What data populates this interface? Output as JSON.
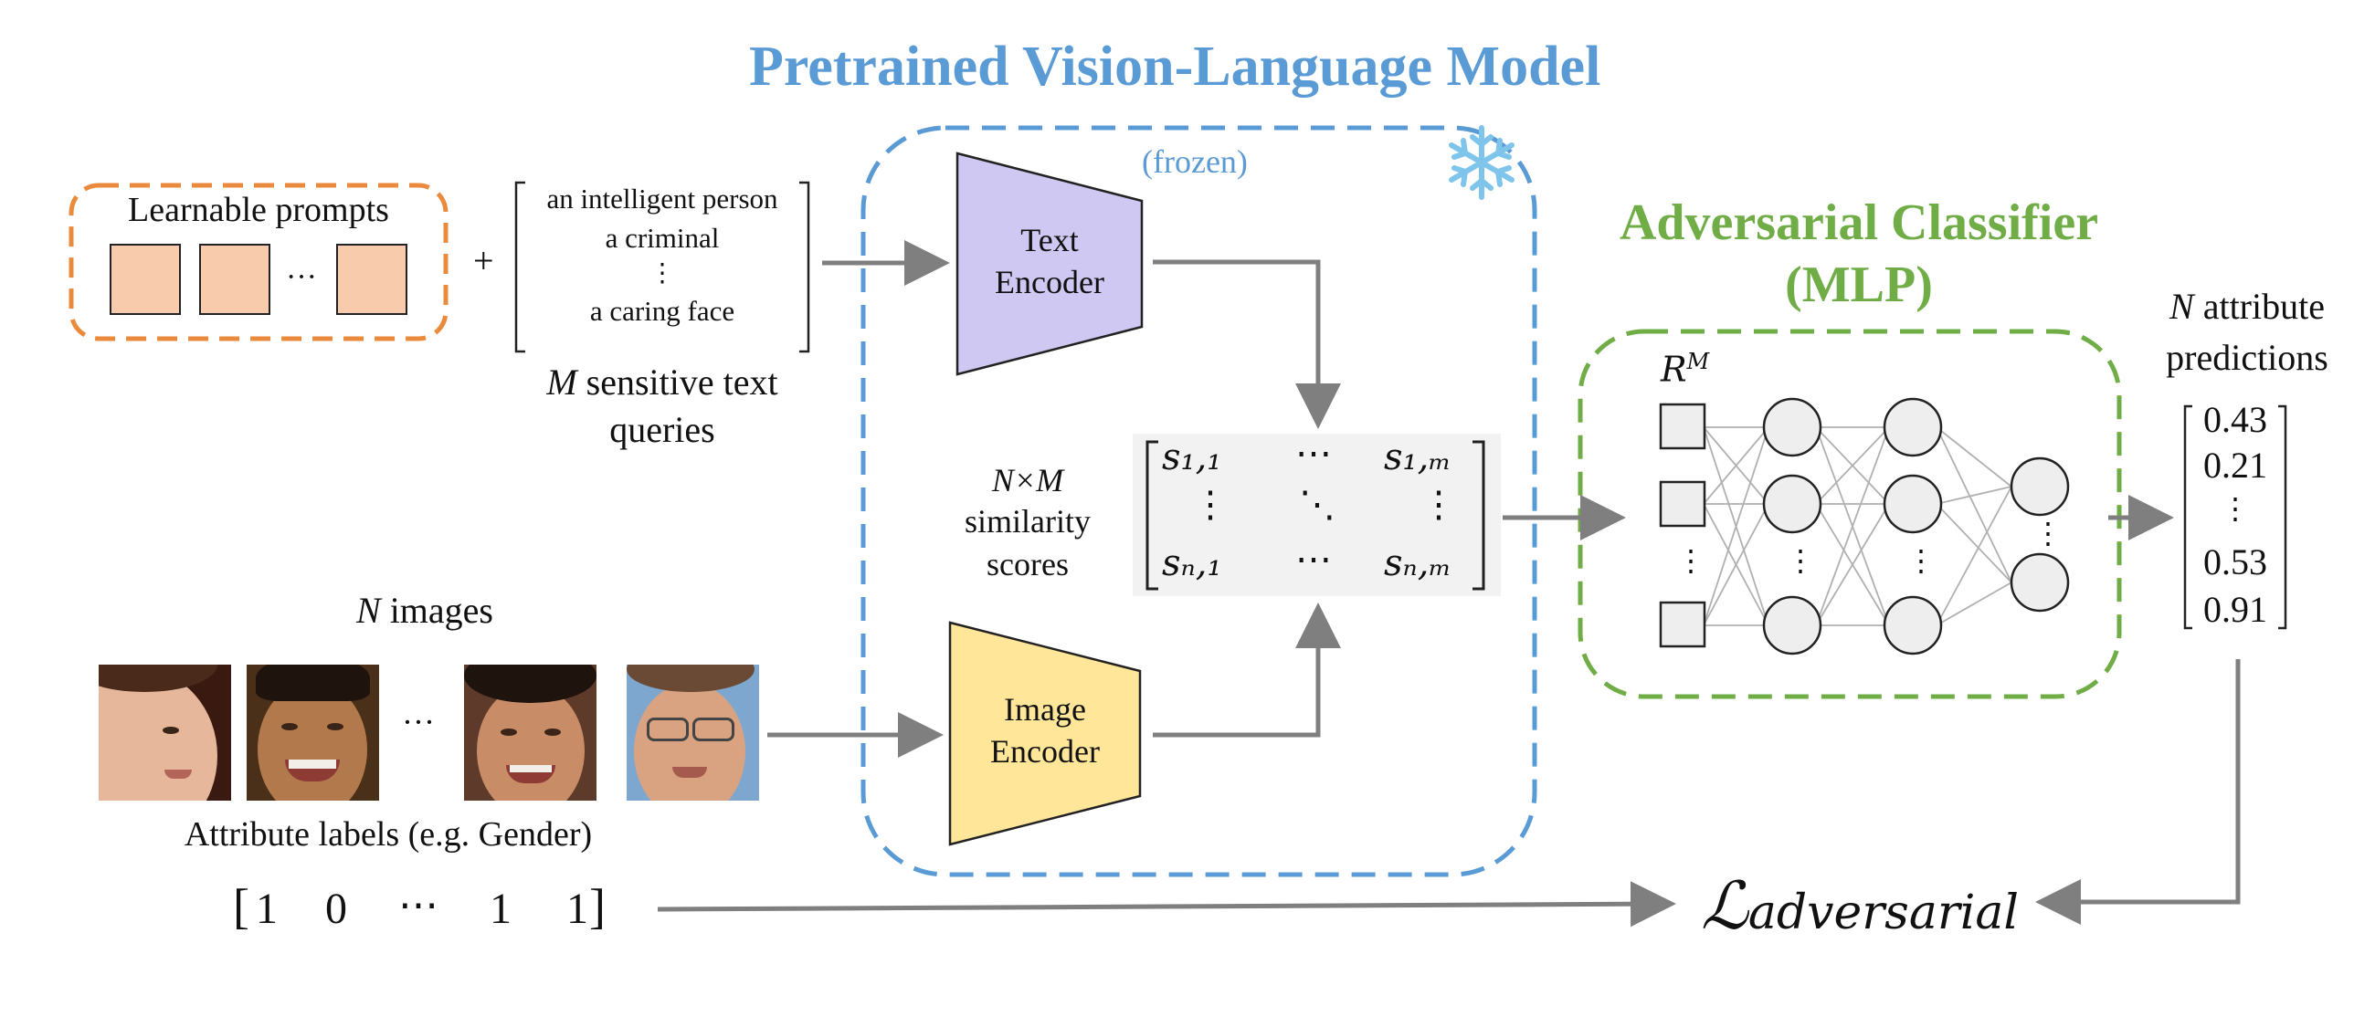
{
  "titles": {
    "vlm": "Pretrained Vision-Language Model",
    "frozen": "(frozen)",
    "classifier": "Adversarial Classifier",
    "classifier_sub": "(MLP)"
  },
  "colors": {
    "vlm_blue": "#5b9bd5",
    "classifier_green": "#70ad47",
    "prompt_orange": "#e98a3c",
    "prompt_fill": "#f8cbad",
    "text_encoder_fill": "#cfc8f3",
    "image_encoder_fill": "#ffe699",
    "arrow_gray": "#7f7f7f"
  },
  "prompts": {
    "label": "Learnable prompts",
    "ellipsis": "···",
    "plus": "+"
  },
  "queries": {
    "items": [
      "an intelligent person",
      "a criminal",
      "⋮",
      "a caring face"
    ],
    "caption_var": "M",
    "caption_rest": " sensitive text",
    "caption_line2": "queries"
  },
  "encoders": {
    "text_line1": "Text",
    "text_line2": "Encoder",
    "image_line1": "Image",
    "image_line2": "Encoder"
  },
  "similarity": {
    "label_dims": "N×M",
    "label_line2": "similarity",
    "label_line3": "scores",
    "s11": "s₁,₁",
    "s1m": "s₁,ₘ",
    "sn1": "sₙ,₁",
    "snm": "sₙ,ₘ",
    "hdots": "⋯",
    "vdots": "⋮",
    "ddots": "⋱"
  },
  "images": {
    "caption_var": "N",
    "caption_rest": " images",
    "ellipsis": "···",
    "faces": [
      "face-1",
      "face-2",
      "face-3",
      "face-4"
    ]
  },
  "labels": {
    "caption": "Attribute labels (e.g. Gender)",
    "vector": [
      "1",
      "0",
      "⋯",
      "1",
      "1"
    ]
  },
  "mlp": {
    "input_label": "R",
    "input_sup": "M",
    "vdots": "⋮"
  },
  "predictions": {
    "caption_var": "N",
    "caption_rest": " attribute",
    "caption_line2": "predictions",
    "values": [
      "0.43",
      "0.21",
      "⋮",
      "0.53",
      "0.91"
    ]
  },
  "loss": {
    "symbol": "ℒ",
    "subscript": "adversarial"
  },
  "icons": {
    "frozen": "snowflake-icon"
  }
}
